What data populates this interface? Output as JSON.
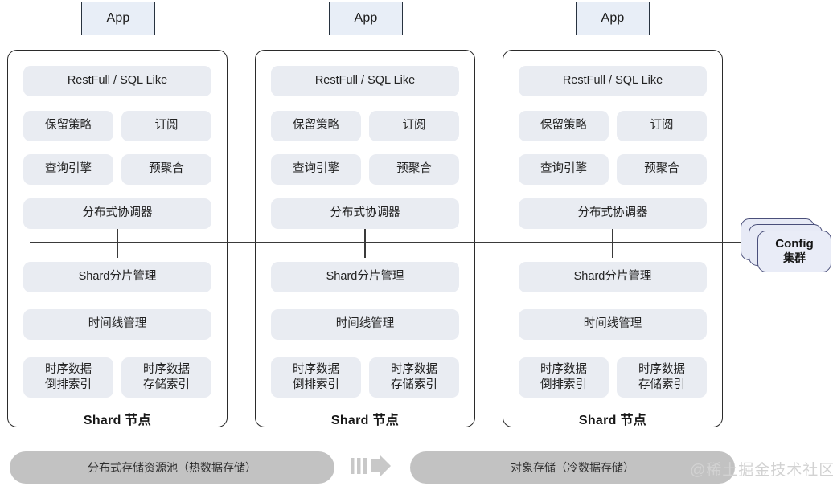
{
  "diagram": {
    "title": "Distributed Time-Series Database Shard Architecture",
    "colors": {
      "app_fill": "#e8eef7",
      "app_border": "#27323f",
      "node_border": "#2b2b2b",
      "pill_fill": "#e9ecf2",
      "config_fill": "#e7eaf6",
      "config_border": "#4a4f7a",
      "storage_fill": "#c2c2c2",
      "connector": "#3a3a3a",
      "watermark": "#d2d2d2"
    }
  },
  "apps": [
    {
      "label": "App"
    },
    {
      "label": "App"
    },
    {
      "label": "App"
    }
  ],
  "nodes": [
    {
      "caption": "Shard 节点",
      "api_layer": "RestFull / SQL Like",
      "modules_row1": [
        "保留策略",
        "订阅"
      ],
      "modules_row2": [
        "查询引擎",
        "预聚合"
      ],
      "coordinator": "分布式协调器",
      "shard_mgmt": "Shard分片管理",
      "timeline_mgmt": "时间线管理",
      "index_row": [
        "时序数据\n倒排索引",
        "时序数据\n存储索引"
      ]
    },
    {
      "caption": "Shard 节点",
      "api_layer": "RestFull / SQL Like",
      "modules_row1": [
        "保留策略",
        "订阅"
      ],
      "modules_row2": [
        "查询引擎",
        "预聚合"
      ],
      "coordinator": "分布式协调器",
      "shard_mgmt": "Shard分片管理",
      "timeline_mgmt": "时间线管理",
      "index_row": [
        "时序数据\n倒排索引",
        "时序数据\n存储索引"
      ]
    },
    {
      "caption": "Shard 节点",
      "api_layer": "RestFull / SQL Like",
      "modules_row1": [
        "保留策略",
        "订阅"
      ],
      "modules_row2": [
        "查询引擎",
        "预聚合"
      ],
      "coordinator": "分布式协调器",
      "shard_mgmt": "Shard分片管理",
      "timeline_mgmt": "时间线管理",
      "index_row": [
        "时序数据\n倒排索引",
        "时序数据\n存储索引"
      ]
    }
  ],
  "config_cluster": {
    "title": "Config",
    "subtitle": "集群",
    "stack_count": 3
  },
  "storage": {
    "hot": "分布式存储资源池（热数据存储）",
    "cold": "对象存储（冷数据存储）",
    "arrow_icon": "transfer-arrow-icon"
  },
  "watermark": {
    "text": "@稀土掘金技术社区"
  }
}
